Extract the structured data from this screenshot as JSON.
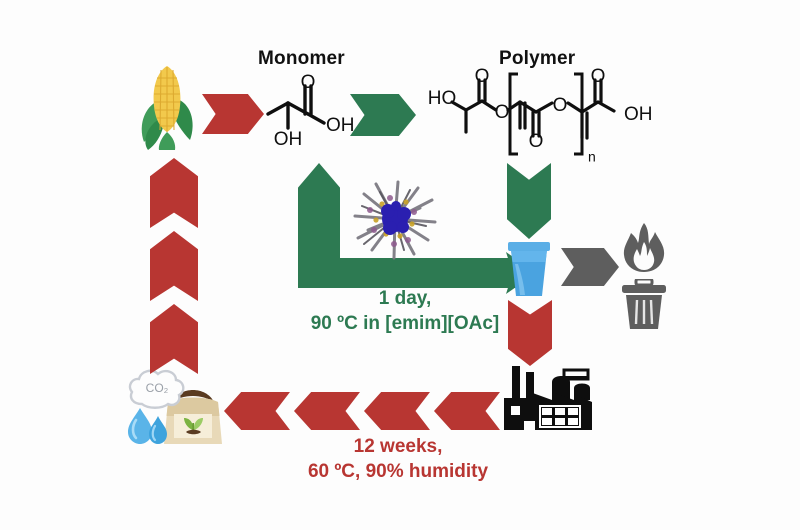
{
  "figure": {
    "type": "process-cycle-diagram",
    "background_color": "#fdfdfd",
    "palette": {
      "red": "#b83632",
      "green": "#2d7a52",
      "gray": "#5e5e5e",
      "black": "#111111",
      "cup_blue": "#4aa3e0",
      "corn_yellow": "#f2c94c",
      "corn_green": "#3f9c59",
      "nanoparticle_blue": "#2a1fb0"
    }
  },
  "labels": {
    "monomer_title": "Monomer",
    "polymer_title": "Polymer"
  },
  "chemistry": {
    "monomer": {
      "name": "lactic acid",
      "atom_labels": [
        "O",
        "OH",
        "OH"
      ]
    },
    "polymer": {
      "name": "poly(lactic acid)",
      "atom_labels": [
        "HO",
        "O",
        "O",
        "O",
        "O",
        "O",
        "OH"
      ],
      "repeat_subscript": "n"
    }
  },
  "captions": {
    "polymerization": {
      "line1": "1 day,",
      "line2": "90 ºC in [emim][OAc]",
      "color": "#2d7a52"
    },
    "degradation": {
      "line1": "12 weeks,",
      "line2": "60 ºC, 90% humidity",
      "color": "#b83632"
    }
  },
  "icons": {
    "corn": "corn-icon",
    "nanoparticle": "nanoparticle-catalyst-icon",
    "cup": "drinking-cup-icon",
    "fire": "fire-icon",
    "trash": "trash-can-icon",
    "factory": "factory-icon",
    "compost_bag": "compost-bag-icon",
    "water_droplets": "water-droplets-icon",
    "co2_cloud": "co2-cloud-icon",
    "co2_label": "CO₂"
  },
  "arrows": {
    "corn_to_monomer": {
      "name": "red-chevron-right",
      "color": "#b83632",
      "direction": "right"
    },
    "monomer_to_polymer": {
      "name": "green-chevron-right",
      "color": "#2d7a52",
      "direction": "right"
    },
    "polymer_to_cup": {
      "name": "green-chevron-down",
      "color": "#2d7a52",
      "direction": "down"
    },
    "catalysis_elbow": {
      "name": "green-elbow-arrow",
      "color": "#2d7a52",
      "direction": "down-then-right"
    },
    "cup_to_trash": {
      "name": "gray-chevron-right",
      "color": "#5e5e5e",
      "direction": "right"
    },
    "cup_to_factory": {
      "name": "red-chevron-down",
      "color": "#b83632",
      "direction": "down"
    },
    "factory_to_compost": {
      "name": "red-chevron-left",
      "color": "#b83632",
      "direction": "left",
      "count": 4
    },
    "compost_to_corn": {
      "name": "red-chevron-up",
      "color": "#b83632",
      "direction": "up",
      "count": 3
    }
  }
}
